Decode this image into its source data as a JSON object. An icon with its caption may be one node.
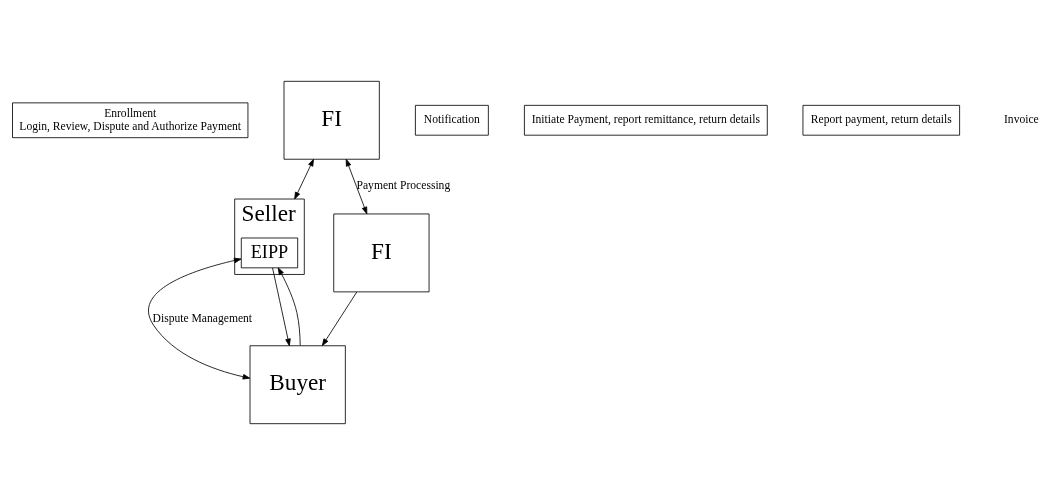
{
  "diagram": {
    "nodes": [
      {
        "text": [
          "Enrollment",
          "Login, Review, Dispute and Authorize Payment"
        ]
      },
      {
        "text": [
          "Seller"
        ]
      },
      {
        "text": [
          "EIPP"
        ],
        "in": 1
      },
      {
        "text": [
          "Buyer"
        ]
      },
      {
        "text": [
          "Notification"
        ]
      },
      {
        "text": [
          "Initiate Payment, report remittance, return details"
        ]
      },
      {
        "text": [
          "Report payment, return details"
        ]
      },
      {
        "text": [
          "FI"
        ]
      },
      {
        "text": [
          "FI"
        ]
      }
    ],
    "edges": [
      {
        "from": 3,
        "to": 2,
        "arrow": "to"
      },
      {
        "from": 2,
        "to": 3,
        "arrow": "both",
        "label": "Dispute Management"
      },
      {
        "from": 2,
        "to": 3,
        "arrow": "to"
      },
      {
        "from": 1,
        "to": 7,
        "arrow": "both"
      },
      {
        "from": 7,
        "to": 8,
        "arrow": "both",
        "label": "Payment Processing"
      },
      {
        "from": 8,
        "to": 3,
        "arrow": "to"
      }
    ],
    "labels": [
      "Invoice"
    ]
  }
}
